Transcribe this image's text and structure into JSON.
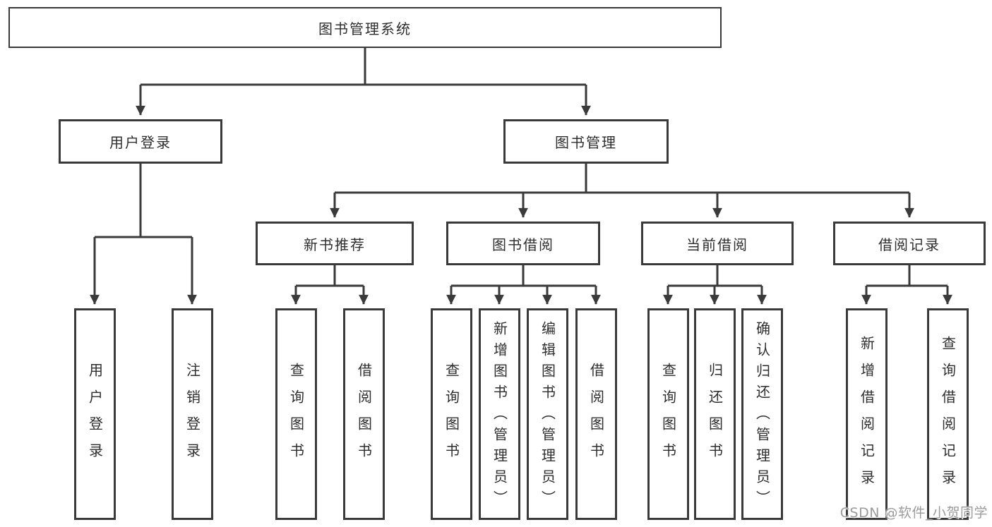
{
  "tree": {
    "root": {
      "label": "图书管理系统",
      "children": [
        {
          "label": "用户登录",
          "children": [
            {
              "label": "用户登录"
            },
            {
              "label": "注销登录"
            }
          ]
        },
        {
          "label": "图书管理",
          "children": [
            {
              "label": "新书推荐",
              "children": [
                {
                  "label": "查询图书"
                },
                {
                  "label": "借阅图书"
                }
              ]
            },
            {
              "label": "图书借阅",
              "children": [
                {
                  "label": "查询图书"
                },
                {
                  "label": "新增图书（管理员）"
                },
                {
                  "label": "编辑图书（管理员）"
                },
                {
                  "label": "借阅图书"
                }
              ]
            },
            {
              "label": "当前借阅",
              "children": [
                {
                  "label": "查询图书"
                },
                {
                  "label": "归还图书"
                },
                {
                  "label": "确认归还（管理员）"
                }
              ]
            },
            {
              "label": "借阅记录",
              "children": [
                {
                  "label": "新增借阅记录"
                },
                {
                  "label": "查询借阅记录"
                }
              ]
            }
          ]
        }
      ]
    }
  },
  "watermark": {
    "text": "CSDN @软件_小贺同学"
  },
  "colors": {
    "line": "#3a3a3a",
    "box_border": "#3a3a3a",
    "text": "#2e2e2e",
    "watermark": "#9b9b9b",
    "background": "#ffffff"
  }
}
